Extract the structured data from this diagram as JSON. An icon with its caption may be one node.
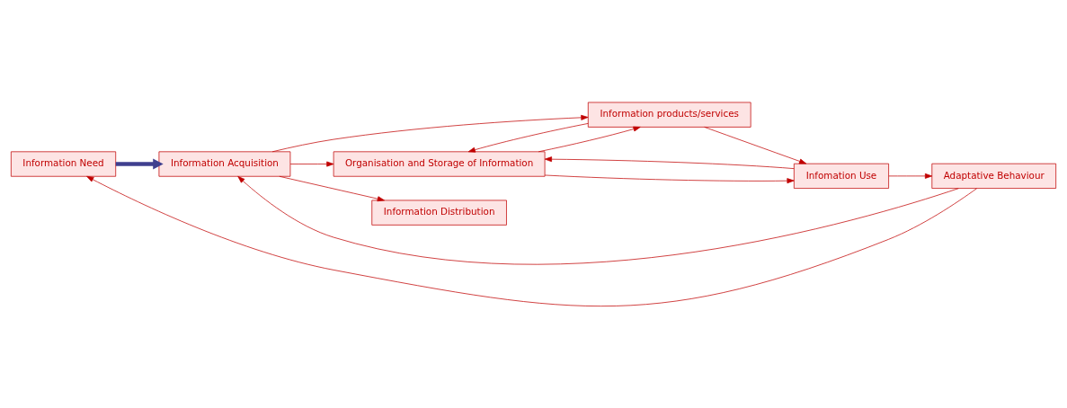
{
  "diagram": {
    "nodes": [
      {
        "text": [
          "Information Need"
        ]
      },
      {
        "text": [
          "Information Acquisition"
        ]
      },
      {
        "text": [
          "Organisation and Storage of Information"
        ]
      },
      {
        "text": [
          "Information products/services"
        ]
      },
      {
        "text": [
          "Information Distribution"
        ]
      },
      {
        "text": [
          "Infomation Use"
        ]
      },
      {
        "text": [
          "Adaptative Behaviour"
        ]
      }
    ],
    "edges": [
      {
        "from": 6,
        "to": 0,
        "arrow": "to"
      },
      {
        "from": 6,
        "to": 1,
        "arrow": "to"
      },
      {
        "from": 0,
        "to": 1,
        "arrow": "to",
        "style": "thick",
        "color": "#3f3f8f"
      },
      {
        "from": 1,
        "to": 2,
        "arrow": "to"
      },
      {
        "from": 1,
        "to": 3,
        "arrow": "to"
      },
      {
        "from": 1,
        "to": 4,
        "arrow": "to"
      },
      {
        "from": 2,
        "to": 3,
        "arrow": "to"
      },
      {
        "from": 3,
        "to": 2,
        "arrow": "to"
      },
      {
        "from": 2,
        "to": 5,
        "arrow": "to"
      },
      {
        "from": 5,
        "to": 2,
        "arrow": "to"
      },
      {
        "from": 3,
        "to": 5,
        "arrow": "to"
      },
      {
        "from": 5,
        "to": 6,
        "arrow": "to"
      }
    ]
  }
}
